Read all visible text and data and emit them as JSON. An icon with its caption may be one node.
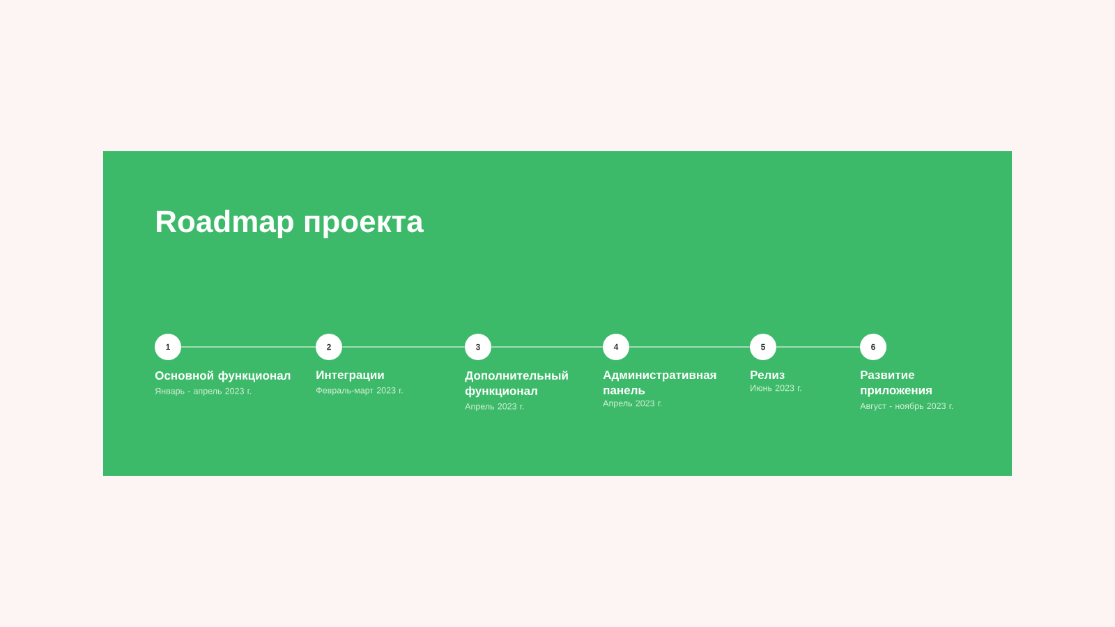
{
  "diagram": {
    "title": "Roadmap проекта",
    "nodes": [
      {
        "text": [
          "1"
        ],
        "beside": [
          "Основной функционал",
          "Январь - апрель 2023 г."
        ]
      },
      {
        "text": [
          "2"
        ],
        "beside": [
          "Интеграции",
          "Февраль-март 2023 г."
        ]
      },
      {
        "text": [
          "3"
        ],
        "beside": [
          "Дополнительный функционал",
          "Апрель 2023 г."
        ]
      },
      {
        "text": [
          "4"
        ],
        "beside": [
          "Административная панель",
          "Апрель 2023 г."
        ]
      },
      {
        "text": [
          "5"
        ],
        "beside": [
          "Релиз",
          "Июнь 2023 г."
        ]
      },
      {
        "text": [
          "6"
        ],
        "beside": [
          "Развитие приложения",
          "Август - ноябрь 2023 г."
        ]
      }
    ],
    "edges": [
      {
        "from": 0,
        "to": 1,
        "arrow": "none"
      },
      {
        "from": 1,
        "to": 2,
        "arrow": "none"
      },
      {
        "from": 2,
        "to": 3,
        "arrow": "none"
      },
      {
        "from": 3,
        "to": 4,
        "arrow": "none"
      },
      {
        "from": 4,
        "to": 5,
        "arrow": "none"
      }
    ]
  }
}
